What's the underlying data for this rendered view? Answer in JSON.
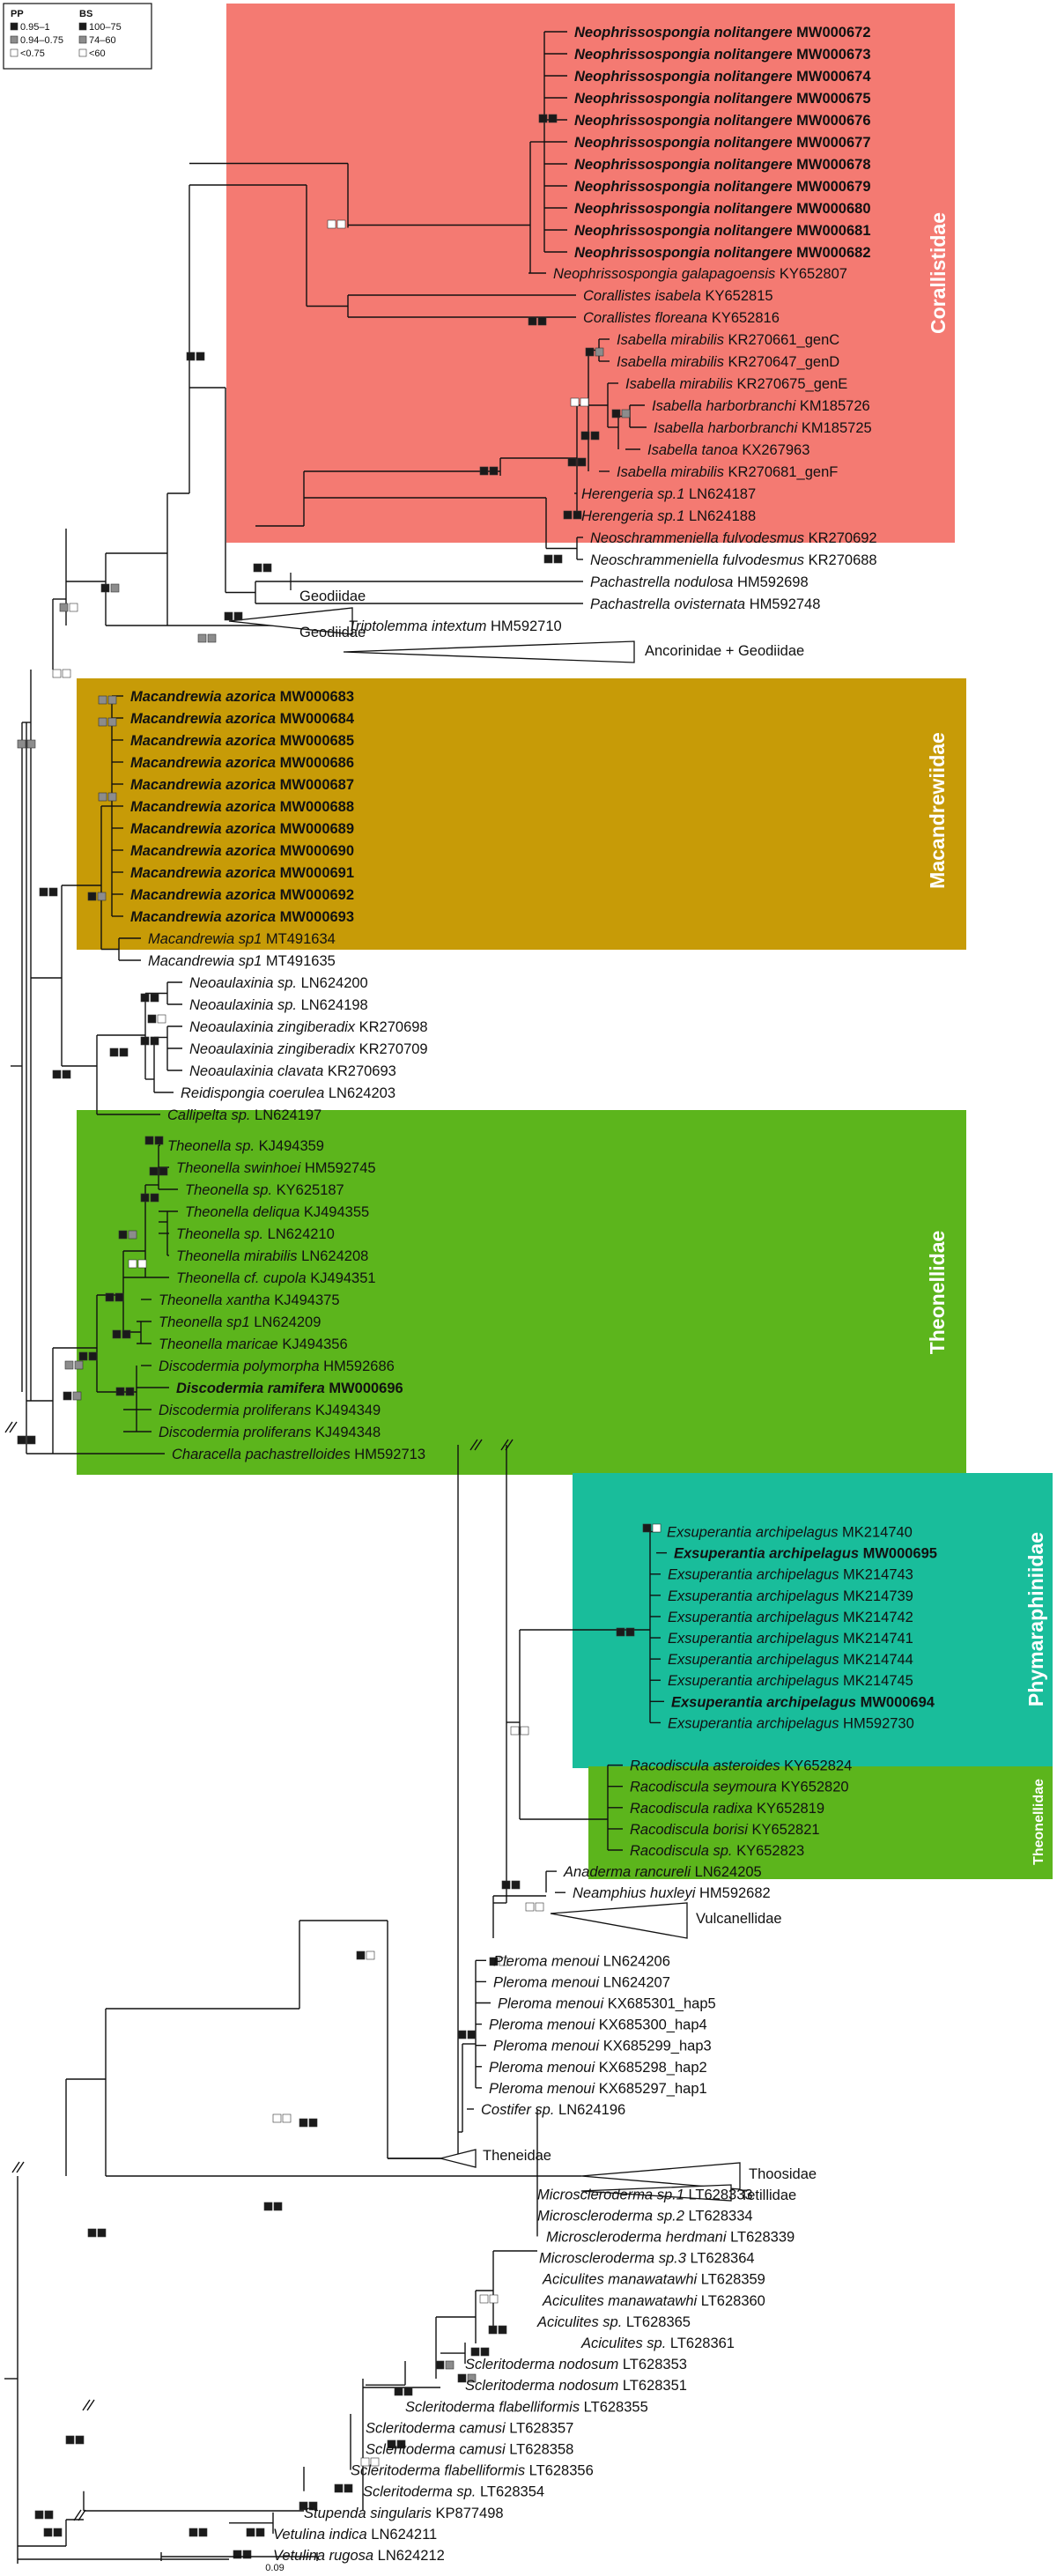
{
  "legend": {
    "pp_title": "PP",
    "bs_title": "BS",
    "rows": [
      {
        "pp": "0.95–1",
        "bs": "100–75",
        "color": "#1a1a1a"
      },
      {
        "pp": "0.94–0.75",
        "bs": "74–60",
        "color": "#8c8c8c"
      },
      {
        "pp": "<0.75",
        "bs": "<60",
        "color": "#ffffff"
      }
    ]
  },
  "clades": [
    {
      "label": "Corallistidae",
      "color": "#f47a72"
    },
    {
      "label": "Macandrewiidae",
      "color": "#c79b07"
    },
    {
      "label": "Theonellidae",
      "color": "#5cb51c"
    },
    {
      "label": "Phymaraphiniidae",
      "color": "#19bd9b"
    },
    {
      "label": "Theonellidae",
      "color": "#5cb51c"
    }
  ],
  "taxa": [
    {
      "name": "Neophrissospongia nolitangere",
      "acc": "MW000672",
      "bold": true
    },
    {
      "name": "Neophrissospongia nolitangere",
      "acc": "MW000673",
      "bold": true
    },
    {
      "name": "Neophrissospongia nolitangere",
      "acc": "MW000674",
      "bold": true
    },
    {
      "name": "Neophrissospongia nolitangere",
      "acc": "MW000675",
      "bold": true
    },
    {
      "name": "Neophrissospongia nolitangere",
      "acc": "MW000676",
      "bold": true
    },
    {
      "name": "Neophrissospongia nolitangere",
      "acc": "MW000677",
      "bold": true
    },
    {
      "name": "Neophrissospongia nolitangere",
      "acc": "MW000678",
      "bold": true
    },
    {
      "name": "Neophrissospongia nolitangere",
      "acc": "MW000679",
      "bold": true
    },
    {
      "name": "Neophrissospongia nolitangere",
      "acc": "MW000680",
      "bold": true
    },
    {
      "name": "Neophrissospongia nolitangere",
      "acc": "MW000681",
      "bold": true
    },
    {
      "name": "Neophrissospongia nolitangere",
      "acc": "MW000682",
      "bold": true
    },
    {
      "name": "Neophrissospongia galapagoensis",
      "acc": "KY652807"
    },
    {
      "name": "Corallistes isabela",
      "acc": "KY652815"
    },
    {
      "name": "Corallistes floreana",
      "acc": "KY652816"
    },
    {
      "name": "Isabella mirabilis",
      "acc": "KR270661_genC"
    },
    {
      "name": "Isabella mirabilis",
      "acc": "KR270647_genD"
    },
    {
      "name": "Isabella mirabilis",
      "acc": "KR270675_genE"
    },
    {
      "name": "Isabella harborbranchi",
      "acc": "KM185726"
    },
    {
      "name": "Isabella harborbranchi",
      "acc": "KM185725"
    },
    {
      "name": "Isabella tanoa",
      "acc": "KX267963"
    },
    {
      "name": "Isabella mirabilis",
      "acc": "KR270681_genF"
    },
    {
      "name": "Herengeria sp.1",
      "acc": "LN624187"
    },
    {
      "name": "Herengeria sp.1",
      "acc": "LN624188"
    },
    {
      "name": "Neoschrammeniella fulvodesmus",
      "acc": "KR270692"
    },
    {
      "name": "Neoschrammeniella fulvodesmus",
      "acc": "KR270688"
    },
    {
      "name": "Pachastrella nodulosa",
      "acc": "HM592698"
    },
    {
      "name": "Pachastrella ovisternata",
      "acc": "HM592748"
    },
    {
      "name": "Triptolemma intextum",
      "acc": "HM592710"
    },
    {
      "name": "Macandrewia azorica",
      "acc": "MW000683",
      "bold": true
    },
    {
      "name": "Macandrewia azorica",
      "acc": "MW000684",
      "bold": true
    },
    {
      "name": "Macandrewia azorica",
      "acc": "MW000685",
      "bold": true
    },
    {
      "name": "Macandrewia azorica",
      "acc": "MW000686",
      "bold": true
    },
    {
      "name": "Macandrewia azorica",
      "acc": "MW000687",
      "bold": true
    },
    {
      "name": "Macandrewia azorica",
      "acc": "MW000688",
      "bold": true
    },
    {
      "name": "Macandrewia azorica",
      "acc": "MW000689",
      "bold": true
    },
    {
      "name": "Macandrewia azorica",
      "acc": "MW000690",
      "bold": true
    },
    {
      "name": "Macandrewia azorica",
      "acc": "MW000691",
      "bold": true
    },
    {
      "name": "Macandrewia azorica",
      "acc": "MW000692",
      "bold": true
    },
    {
      "name": "Macandrewia azorica",
      "acc": "MW000693",
      "bold": true
    },
    {
      "name": "Macandrewia sp1",
      "acc": "MT491634"
    },
    {
      "name": "Macandrewia sp1",
      "acc": "MT491635"
    },
    {
      "name": "Neoaulaxinia sp.",
      "acc": "LN624200"
    },
    {
      "name": "Neoaulaxinia sp.",
      "acc": "LN624198"
    },
    {
      "name": "Neoaulaxinia zingiberadix",
      "acc": "KR270698"
    },
    {
      "name": "Neoaulaxinia zingiberadix",
      "acc": "KR270709"
    },
    {
      "name": "Neoaulaxinia clavata",
      "acc": "KR270693"
    },
    {
      "name": "Reidispongia coerulea",
      "acc": "LN624203"
    },
    {
      "name": "Callipelta sp.",
      "acc": "LN624197"
    },
    {
      "name": "Theonella sp.",
      "acc": "KJ494359"
    },
    {
      "name": "Theonella swinhoei",
      "acc": "HM592745"
    },
    {
      "name": "Theonella sp.",
      "acc": "KY625187"
    },
    {
      "name": "Theonella deliqua",
      "acc": "KJ494355"
    },
    {
      "name": "Theonella sp.",
      "acc": "LN624210"
    },
    {
      "name": "Theonella mirabilis",
      "acc": "LN624208"
    },
    {
      "name": "Theonella cf. cupola",
      "acc": "KJ494351"
    },
    {
      "name": "Theonella xantha",
      "acc": "KJ494375"
    },
    {
      "name": "Theonella sp1",
      "acc": "LN624209"
    },
    {
      "name": "Theonella maricae",
      "acc": "KJ494356"
    },
    {
      "name": "Discodermia polymorpha",
      "acc": "HM592686"
    },
    {
      "name": "Discodermia ramifera",
      "acc": "MW000696",
      "bold": true
    },
    {
      "name": "Discodermia proliferans",
      "acc": "KJ494349"
    },
    {
      "name": "Discodermia proliferans",
      "acc": "KJ494348"
    },
    {
      "name": "Characella pachastrelloides",
      "acc": "HM592713"
    },
    {
      "name": "Exsuperantia archipelagus",
      "acc": "MK214740"
    },
    {
      "name": "Exsuperantia archipelagus",
      "acc": "MW000695",
      "bold": true
    },
    {
      "name": "Exsuperantia archipelagus",
      "acc": "MK214743"
    },
    {
      "name": "Exsuperantia archipelagus",
      "acc": "MK214739"
    },
    {
      "name": "Exsuperantia archipelagus",
      "acc": "MK214742"
    },
    {
      "name": "Exsuperantia archipelagus",
      "acc": "MK214741"
    },
    {
      "name": "Exsuperantia archipelagus",
      "acc": "MK214744"
    },
    {
      "name": "Exsuperantia archipelagus",
      "acc": "MK214745"
    },
    {
      "name": "Exsuperantia archipelagus",
      "acc": "MW000694",
      "bold": true
    },
    {
      "name": "Exsuperantia archipelagus",
      "acc": "HM592730"
    },
    {
      "name": "Racodiscula asteroides",
      "acc": "KY652824"
    },
    {
      "name": "Racodiscula seymoura",
      "acc": "KY652820"
    },
    {
      "name": "Racodiscula radixa",
      "acc": "KY652819"
    },
    {
      "name": "Racodiscula borisi",
      "acc": "KY652821"
    },
    {
      "name": "Racodiscula sp.",
      "acc": "KY652823"
    },
    {
      "name": "Anaderma rancureli",
      "acc": "LN624205"
    },
    {
      "name": "Neamphius huxleyi",
      "acc": "HM592682"
    },
    {
      "name": "Pleroma menoui",
      "acc": "LN624206"
    },
    {
      "name": "Pleroma menoui",
      "acc": "LN624207"
    },
    {
      "name": "Pleroma menoui",
      "acc": "KX685301_hap5"
    },
    {
      "name": "Pleroma menoui",
      "acc": "KX685300_hap4"
    },
    {
      "name": "Pleroma menoui",
      "acc": "KX685299_hap3"
    },
    {
      "name": "Pleroma menoui",
      "acc": "KX685298_hap2"
    },
    {
      "name": "Pleroma menoui",
      "acc": "KX685297_hap1"
    },
    {
      "name": "Costifer sp.",
      "acc": "LN624196"
    },
    {
      "name": "Microscleroderma sp.1",
      "acc": "LT628333"
    },
    {
      "name": "Microscleroderma sp.2",
      "acc": "LT628334"
    },
    {
      "name": "Microscleroderma herdmani",
      "acc": "LT628339"
    },
    {
      "name": "Microscleroderma sp.3",
      "acc": "LT628364"
    },
    {
      "name": "Aciculites manawatawhi",
      "acc": "LT628359"
    },
    {
      "name": "Aciculites manawatawhi",
      "acc": "LT628360"
    },
    {
      "name": "Aciculites sp.",
      "acc": "LT628365"
    },
    {
      "name": "Aciculites sp.",
      "acc": "LT628361"
    },
    {
      "name": "Scleritoderma nodosum",
      "acc": "LT628353"
    },
    {
      "name": "Scleritoderma nodosum",
      "acc": "LT628351"
    },
    {
      "name": "Scleritoderma flabelliformis",
      "acc": "LT628355"
    },
    {
      "name": "Scleritoderma camusi",
      "acc": "LT628357"
    },
    {
      "name": "Scleritoderma camusi",
      "acc": "LT628358"
    },
    {
      "name": "Scleritoderma flabelliformis",
      "acc": "LT628356"
    },
    {
      "name": "Scleritoderma sp.",
      "acc": "LT628354"
    },
    {
      "name": "Stupenda singularis",
      "acc": "KP877498"
    },
    {
      "name": "Vetulina indica",
      "acc": "LN624211"
    },
    {
      "name": "Vetulina rugosa",
      "acc": "LN624212"
    }
  ],
  "collapsed": [
    {
      "label": "Geodiidae"
    },
    {
      "label": "Geodiidae"
    },
    {
      "label": "Ancorinidae + Geodiidae"
    },
    {
      "label": "Vulcanellidae"
    },
    {
      "label": "Theneidae"
    },
    {
      "label": "Thoosidae"
    },
    {
      "label": "Tetillidae"
    }
  ],
  "scale_bar": {
    "label": "0.09"
  }
}
